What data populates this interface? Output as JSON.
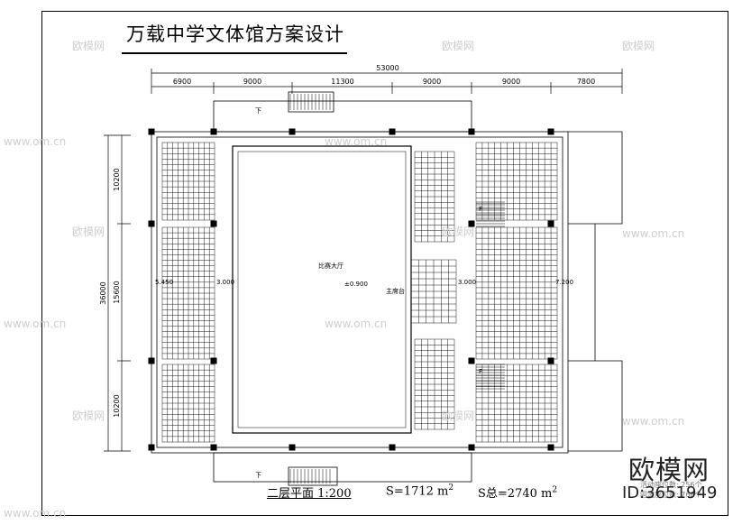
{
  "drawing": {
    "title": "万载中学文体馆方案设计",
    "plan_name": "二层平面 1:200",
    "area_floor": "S=1712 m",
    "area_total": "S总=2740 m",
    "area_unit_sup": "2"
  },
  "dimensions": {
    "overall_width": "53000",
    "bays": [
      "6900",
      "9000",
      "11300",
      "9000",
      "9000",
      "7800"
    ],
    "overall_depth": "36000",
    "depth_segments": [
      "10200",
      "15600",
      "10200"
    ]
  },
  "labels": {
    "hall": "比赛大厅",
    "podium": "主席台",
    "level_center": "±0.900",
    "level_left_outer": "5.450",
    "level_left_inner": "3.000",
    "level_right_inner": "3.000",
    "level_right_outer": "7.200",
    "stair_down": "下",
    "stair_up_label": "F"
  },
  "notes": {
    "movable_seats": "活动座位数: 256个",
    "fixed_seats": "固定座位数: 768个"
  },
  "watermark": {
    "brand": "欧模网",
    "id": "ID:3651949",
    "site": "www.om.cn",
    "logo": "欧模网"
  },
  "colors": {
    "line": "#000000",
    "watermark": "#cfcfcf"
  }
}
